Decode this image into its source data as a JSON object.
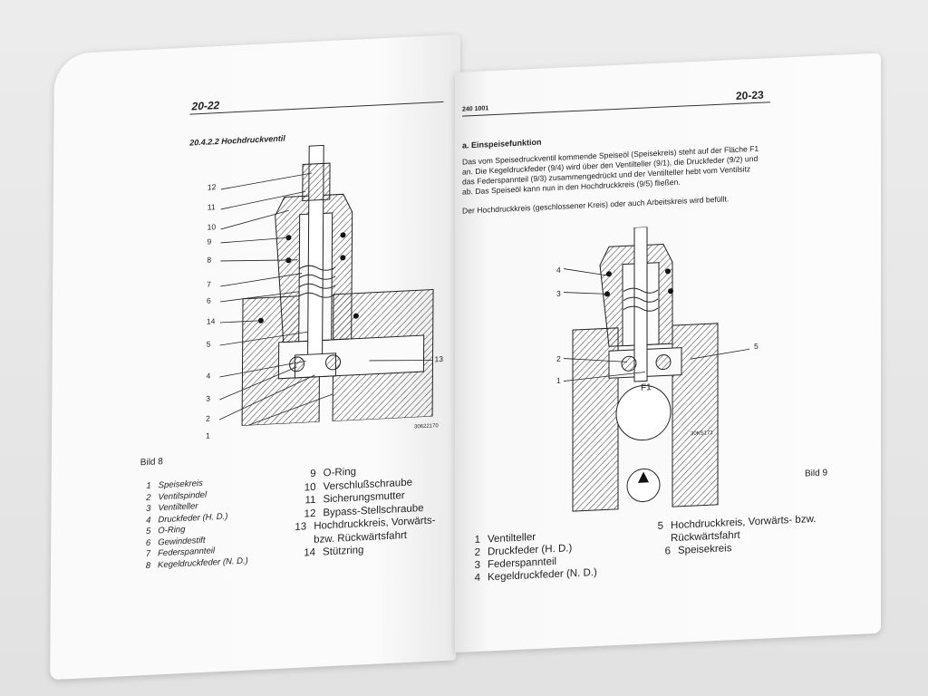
{
  "left_page": {
    "page_number": "20-22",
    "section_title": "20.4.2.2 Hochdruckventil",
    "figure_id": "30622170",
    "caption": "Bild 8",
    "callouts": [
      "12",
      "11",
      "10",
      "9",
      "8",
      "7",
      "6",
      "14",
      "5",
      "4",
      "3",
      "2",
      "1",
      "13"
    ],
    "legend_col1": [
      {
        "n": "1",
        "text": "Speisekreis"
      },
      {
        "n": "2",
        "text": "Ventilspindel"
      },
      {
        "n": "3",
        "text": "Ventilteller"
      },
      {
        "n": "4",
        "text": "Druckfeder (H. D.)"
      },
      {
        "n": "5",
        "text": "O-Ring"
      },
      {
        "n": "6",
        "text": "Gewindestift"
      },
      {
        "n": "7",
        "text": "Federspannteil"
      },
      {
        "n": "8",
        "text": "Kegeldruckfeder (N. D.)"
      }
    ],
    "legend_col2": [
      {
        "n": "9",
        "text": "O-Ring"
      },
      {
        "n": "10",
        "text": "Verschlußschraube"
      },
      {
        "n": "11",
        "text": "Sicherungsmutter"
      },
      {
        "n": "12",
        "text": "Bypass-Stellschraube"
      },
      {
        "n": "13",
        "text": "Hochdruckkreis, Vorwärts- bzw. Rückwärtsfahrt"
      },
      {
        "n": "14",
        "text": "Stützring"
      }
    ]
  },
  "right_page": {
    "doc_code": "240 1001",
    "page_number": "20-23",
    "heading": "a. Einspeisefunktion",
    "paragraph1": "Das vom Speisedruckventil kommende Speiseöl (Speisekreis) steht auf der Fläche F1 an. Die Kegeldruckfeder (9/4) wird über den Ventilteller (9/1), die Druckfeder (9/2) und das Federspannteil (9/3) zusammengedrückt und der Ventilteller hebt vom Ventilsitz ab. Das Speiseöl kann nun in den Hochdruckkreis (9/5) fließen.",
    "paragraph2": "Der Hochdruckkreis (geschlossener Kreis) oder auch Arbeitskreis wird befüllt.",
    "figure_id": "30KS171",
    "area_label": "F1",
    "caption": "Bild 9",
    "callouts": [
      "4",
      "3",
      "2",
      "1",
      "5"
    ],
    "legend_col1": [
      {
        "n": "1",
        "text": "Ventilteller"
      },
      {
        "n": "2",
        "text": "Druckfeder (H. D.)"
      },
      {
        "n": "3",
        "text": "Federspannteil"
      },
      {
        "n": "4",
        "text": "Kegeldruckfeder (N. D.)"
      }
    ],
    "legend_col2": [
      {
        "n": "5",
        "text": "Hochdruckkreis, Vorwärts- bzw. Rückwärtsfahrt"
      },
      {
        "n": "6",
        "text": "Speisekreis"
      }
    ]
  }
}
